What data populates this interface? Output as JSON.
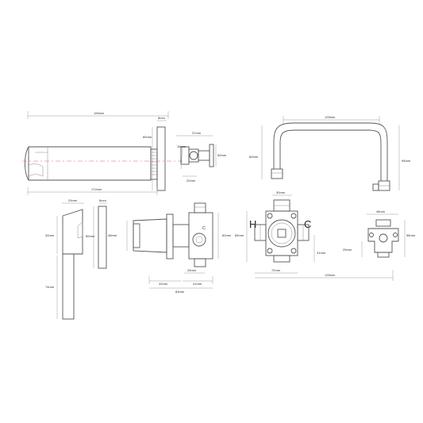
{
  "diagram": {
    "spout_side": {
      "length_total": "190mm",
      "length_projection": "172mm",
      "height": "80mm",
      "plate_thickness": "8mm",
      "thread": "15mm",
      "mini_width": "37mm",
      "mini_height": "50mm",
      "mini_depth": "20mm"
    },
    "gooseneck": {
      "width": "125mm",
      "left_height": "80mm",
      "right_height": "95mm"
    },
    "handle": {
      "width": "29mm",
      "body_height": "30mm",
      "lever_height": "74mm",
      "plate_thickness": "8mm",
      "plate_height": "80mm"
    },
    "valve_side": {
      "height": "48mm",
      "right_height": "60mm",
      "dim_a": "42mm",
      "dim_b": "41mm",
      "dim_c": "25mm",
      "total": "83mm",
      "cold_label": "C"
    },
    "valve_front": {
      "hot_label": "H",
      "cold_label": "C",
      "top_width": "30mm",
      "height": "85mm",
      "inner": "31mm",
      "bottom_width": "72mm",
      "total": "125mm"
    },
    "bracket": {
      "width": "48mm",
      "height": "58mm",
      "inner": "25mm"
    }
  }
}
